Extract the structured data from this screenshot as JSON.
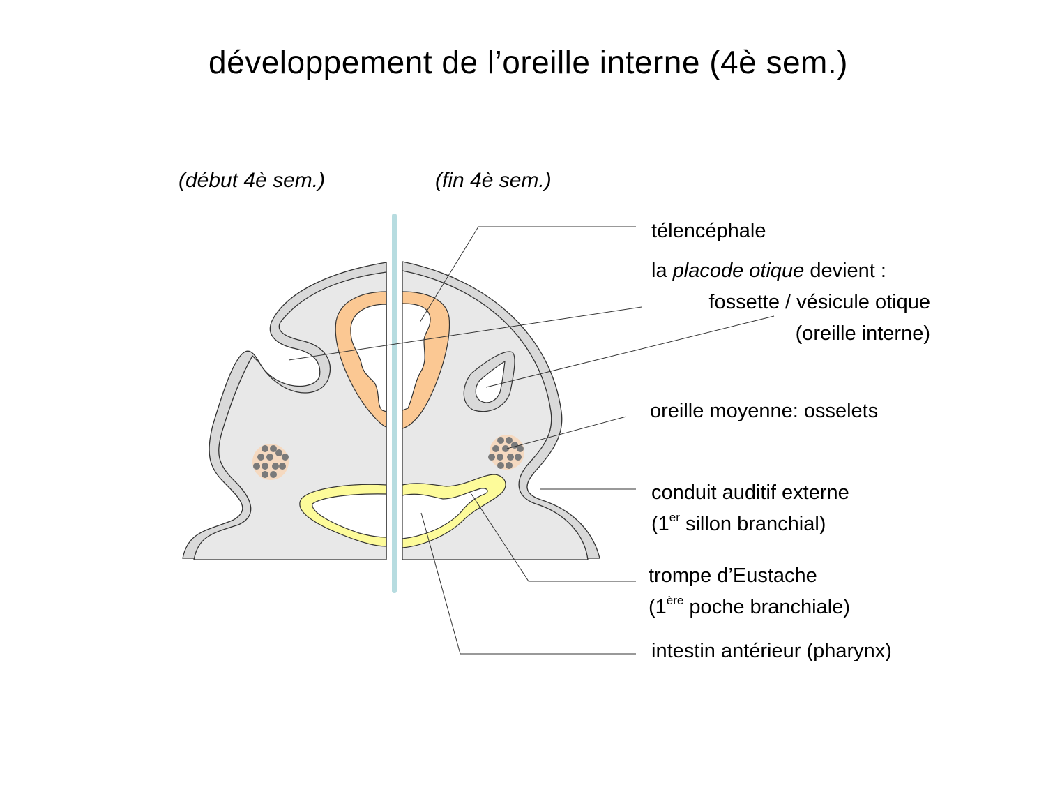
{
  "title": "développement de l’oreille interne (4è sem.)",
  "stages": {
    "left": "(début 4è sem.)",
    "right": "(fin 4è sem.)"
  },
  "labels": {
    "telencephale": "télencéphale",
    "placode_line1_a": "la ",
    "placode_line1_em": "placode otique",
    "placode_line1_b": " devient :",
    "placode_line2": "fossette / vésicule otique",
    "placode_line3": "(oreille interne)",
    "oreille_moyenne": "oreille moyenne: osselets",
    "conduit_line1": "conduit auditif externe",
    "conduit_line2_a": "(1",
    "conduit_line2_sup": "er",
    "conduit_line2_b": " sillon branchial)",
    "trompe_line1": "trompe d’Eustache",
    "trompe_line2_a": "(1",
    "trompe_line2_sup": "ère",
    "trompe_line2_b": " poche branchiale)",
    "intestin": "intestin antérieur (pharynx)"
  },
  "colors": {
    "tissue": "#e8e8e8",
    "ectoderm": "#d9d9d9",
    "neural_tube": "#fbc893",
    "pharynx": "#fdfb9a",
    "ossicle_halo": "#f5d9c0",
    "ossicle_dot": "#7a7a7a",
    "midline_bar": "#b7dce0",
    "outline": "#333333"
  }
}
